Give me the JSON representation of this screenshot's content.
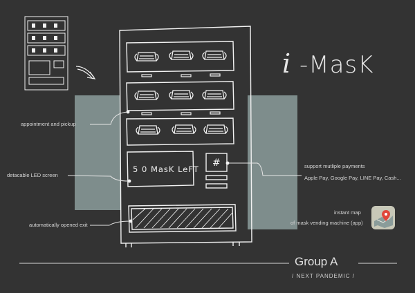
{
  "title": {
    "i": "i",
    "rest": "-MasK"
  },
  "screen_text": "5 0 MasK LeFT",
  "keypad_glyph": "#",
  "callouts": {
    "appointment": "appointment and pickup",
    "led": "detacable LED screen",
    "exit": "automatically opened exit",
    "payments_title": "support mutliple payments",
    "payments_list": "Apple Pay, Google Pay, LINE Pay, Cash...",
    "map_line1": "instant map",
    "map_line2": "of mask vending machine (app)"
  },
  "footer": {
    "group": "Group A",
    "subtitle": "/ NEXT PANDEMIC /"
  },
  "icons": [
    "mask-icon",
    "map-pin-icon",
    "arrow-icon"
  ],
  "colors": {
    "background": "#333333",
    "panel": "#7e8d8c",
    "sketch": "#f2f2f2",
    "pin": "#e0463a"
  }
}
